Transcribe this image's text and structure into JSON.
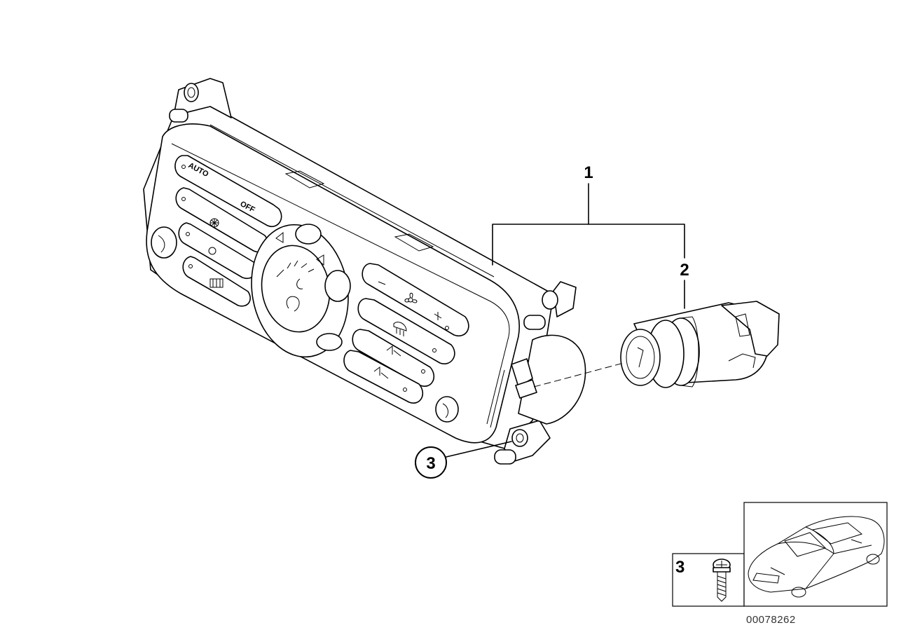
{
  "callouts": {
    "assembly": "1",
    "selector_unit": "2",
    "screw_circle": "3",
    "screw_inset": "3"
  },
  "panel_labels": {
    "auto": "AUTO",
    "off": "OFF"
  },
  "document_number": "00078262",
  "icons": [
    "fan-icon",
    "rear-defrost-icon",
    "recirculation-icon",
    "air-distribution-icon",
    "ac-snowflake-icon"
  ]
}
